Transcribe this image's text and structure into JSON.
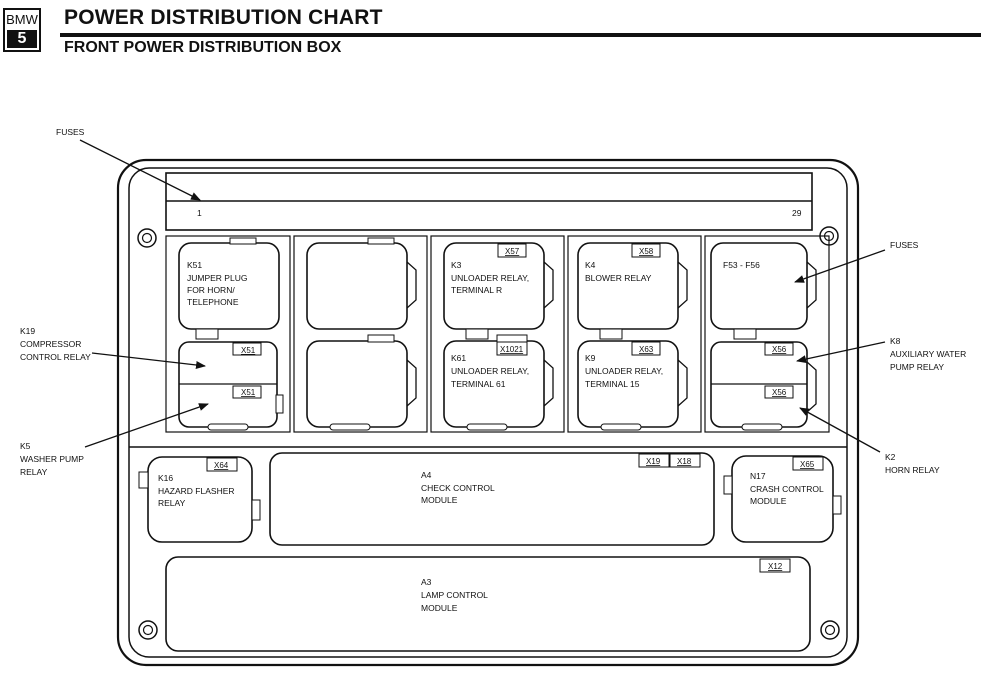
{
  "header": {
    "logo_top": "BMW",
    "logo_bottom": "5",
    "title": "POWER DISTRIBUTION CHART",
    "subtitle": "FRONT POWER DISTRIBUTION BOX"
  },
  "fuse_strip": {
    "first": "1",
    "last": "29"
  },
  "relays": {
    "k51": [
      "K51",
      "JUMPER PLUG",
      "FOR HORN/",
      "TELEPHONE"
    ],
    "k3": {
      "tag": "X57",
      "lines": [
        "K3",
        "UNLOADER RELAY,",
        "TERMINAL R"
      ]
    },
    "k4": {
      "tag": "X58",
      "lines": [
        "K4",
        "BLOWER RELAY"
      ]
    },
    "f53": [
      "F53 - F56"
    ],
    "k19_tag": "X51",
    "k5_tag": "X51",
    "k61": {
      "tag": "X1021",
      "lines": [
        "K61",
        "UNLOADER RELAY,",
        "TERMINAL 61"
      ]
    },
    "k9": {
      "tag": "X63",
      "lines": [
        "K9",
        "UNLOADER RELAY,",
        "TERMINAL 15"
      ]
    },
    "k8_tag": "X56",
    "k2_tag": "X56"
  },
  "modules": {
    "k16": {
      "tag": "X64",
      "lines": [
        "K16",
        "HAZARD FLASHER",
        "RELAY"
      ]
    },
    "a4": {
      "tags": [
        "X19",
        "X18"
      ],
      "lines": [
        "A4",
        "CHECK CONTROL",
        "MODULE"
      ]
    },
    "n17": {
      "tag": "X65",
      "lines": [
        "N17",
        "CRASH CONTROL",
        "MODULE"
      ]
    },
    "a3": {
      "tag": "X12",
      "lines": [
        "A3",
        "LAMP CONTROL",
        "MODULE"
      ]
    }
  },
  "callouts": {
    "fuses_left": [
      "FUSES"
    ],
    "k19": [
      "K19",
      "COMPRESSOR",
      "CONTROL RELAY"
    ],
    "k5": [
      "K5",
      "WASHER PUMP",
      "RELAY"
    ],
    "fuses_right": [
      "FUSES"
    ],
    "k8": [
      "K8",
      "AUXILIARY WATER",
      "PUMP RELAY"
    ],
    "k2": [
      "K2",
      "HORN RELAY"
    ]
  }
}
